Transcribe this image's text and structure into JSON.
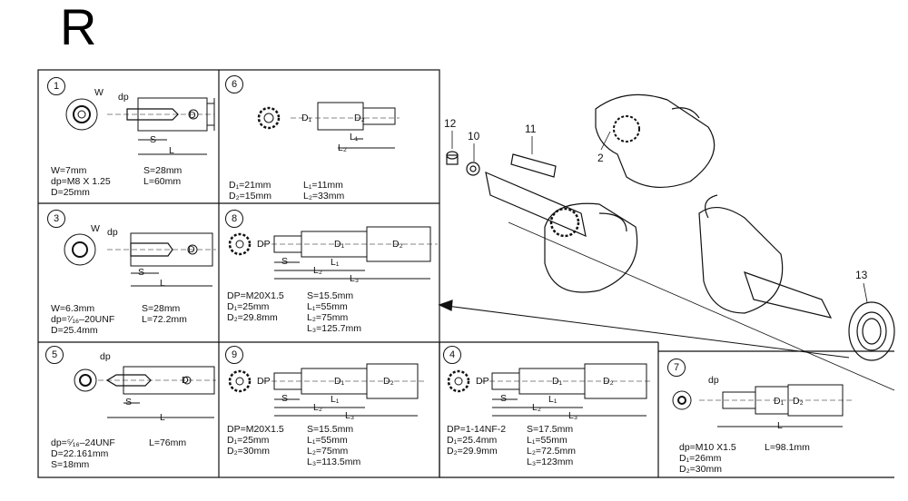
{
  "section_letter": "R",
  "panels": [
    {
      "num": "1",
      "lines": [
        "W=7mm",
        "dp=M8 X 1.25",
        "D=25mm"
      ],
      "lines2": [
        "S=28mm",
        "L=60mm"
      ]
    },
    {
      "num": "6",
      "lines": [
        "D₁=21mm",
        "D₂=15mm"
      ],
      "lines2": [
        "L₁=11mm",
        "L₂=33mm"
      ]
    },
    {
      "num": "3",
      "lines": [
        "W=6.3mm",
        "dp=⁷⁄₁₆–20UNF",
        "D=25.4mm"
      ],
      "lines2": [
        "S=28mm",
        "L=72.2mm"
      ]
    },
    {
      "num": "8",
      "lines": [
        "DP=M20X1.5",
        "D₁=25mm",
        "D₂=29.8mm"
      ],
      "lines2": [
        "S=15.5mm",
        "L₁=55mm",
        "L₂=75mm",
        "L₃=125.7mm"
      ]
    },
    {
      "num": "5",
      "lines": [
        "dp=⁵⁄₁₆–24UNF",
        "D=22.161mm",
        "S=18mm"
      ],
      "lines2": [
        "L=76mm"
      ]
    },
    {
      "num": "9",
      "lines": [
        "DP=M20X1.5",
        "D₁=25mm",
        "D₂=30mm"
      ],
      "lines2": [
        "S=15.5mm",
        "L₁=55mm",
        "L₂=75mm",
        "L₃=113.5mm"
      ]
    },
    {
      "num": "4",
      "lines": [
        "DP=1-14NF-2",
        "D₁=25.4mm",
        "D₂=29.9mm"
      ],
      "lines2": [
        "S=17.5mm",
        "L₁=55mm",
        "L₂=72.5mm",
        "L₃=123mm"
      ]
    },
    {
      "num": "7",
      "lines": [
        "dp=M10 X1.5",
        "D₁=26mm",
        "D₂=30mm"
      ],
      "lines2": [
        "L=98.1mm"
      ]
    }
  ],
  "callouts": [
    "12",
    "10",
    "11",
    "2",
    "13"
  ],
  "dim_labels": {
    "w": "W",
    "dp": "dp",
    "dp_upper": "DP",
    "s": "S",
    "l": "L",
    "d": "D",
    "l1": "L₁",
    "l2": "L₂",
    "l3": "L₃",
    "d1": "D₁",
    "d2": "D₂"
  }
}
